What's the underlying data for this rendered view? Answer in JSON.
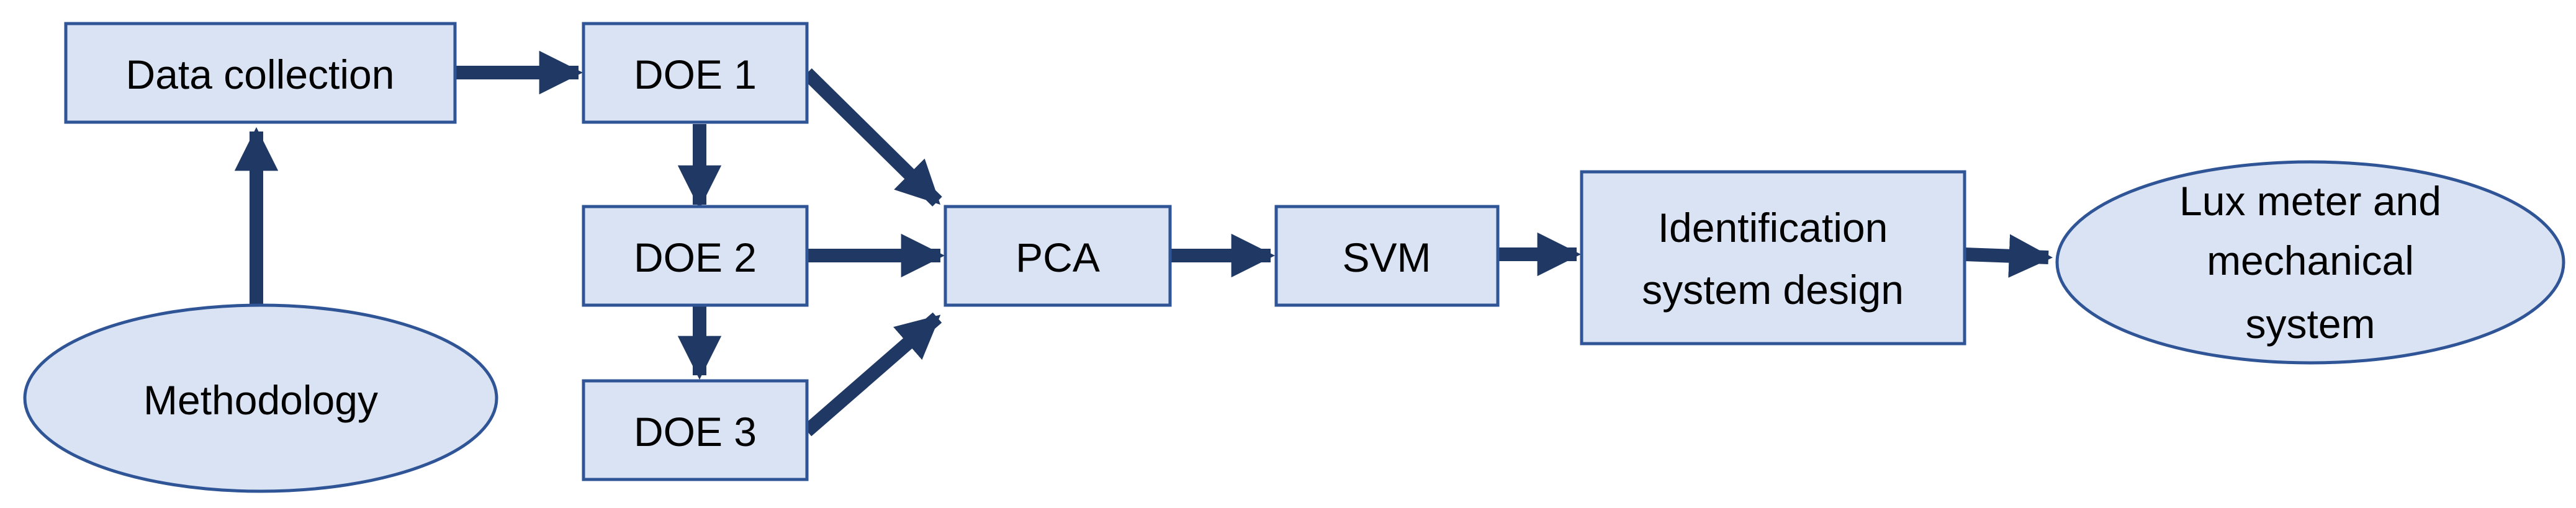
{
  "colors": {
    "node_fill": "#dae3f3",
    "node_border": "#2f5597",
    "arrow": "#203864"
  },
  "nodes": {
    "data_collection": {
      "label": "Data collection"
    },
    "doe1": {
      "label": "DOE 1"
    },
    "doe2": {
      "label": "DOE 2"
    },
    "doe3": {
      "label": "DOE 3"
    },
    "methodology": {
      "label": "Methodology"
    },
    "pca": {
      "label": "PCA"
    },
    "svm": {
      "label": "SVM"
    },
    "identification": {
      "lines": [
        "Identification",
        "system design"
      ]
    },
    "lux": {
      "lines": [
        "Lux meter and",
        "mechanical",
        "system"
      ]
    }
  }
}
